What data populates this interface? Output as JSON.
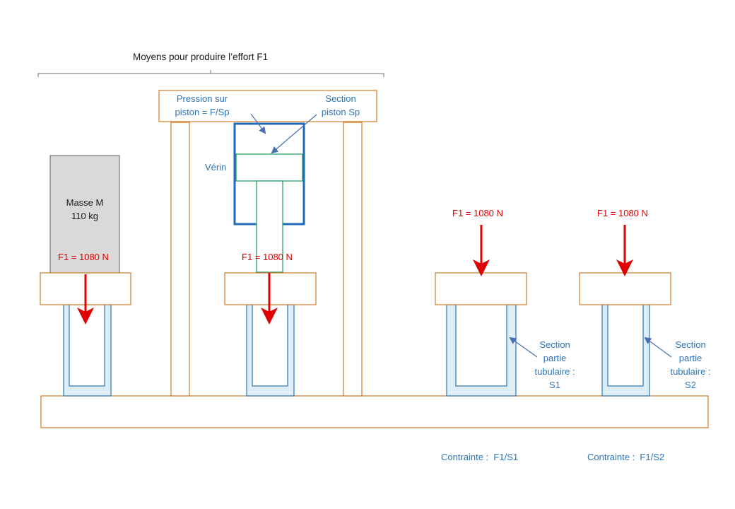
{
  "title": "Moyens pour produire l’effort F1",
  "colors": {
    "frame": "#d07a2a",
    "tube_stroke": "#2e75b6",
    "tube_fill": "#ddeef7",
    "cylinder": "#1f6bb5",
    "piston": "#1a9a5a",
    "mass_fill": "#d9d9d9",
    "force": "#e00000",
    "label_blue": "#2e75b6"
  },
  "mass": {
    "line1": "Masse M",
    "line2": "110 kg"
  },
  "force_label": "F1 = 1080 N",
  "press": {
    "pressure_line1": "Pression sur",
    "pressure_line2": "piston = F/Sp",
    "section_line1": "Section",
    "section_line2": "piston Sp",
    "cylinder_label": "Vérin"
  },
  "sections": [
    {
      "line1": "Section",
      "line2": "partie",
      "line3": "tubulaire :",
      "line4": "S1",
      "stress": "Contrainte :  F1/S1"
    },
    {
      "line1": "Section",
      "line2": "partie",
      "line3": "tubulaire :",
      "line4": "S2",
      "stress": "Contrainte :  F1/S2"
    }
  ]
}
